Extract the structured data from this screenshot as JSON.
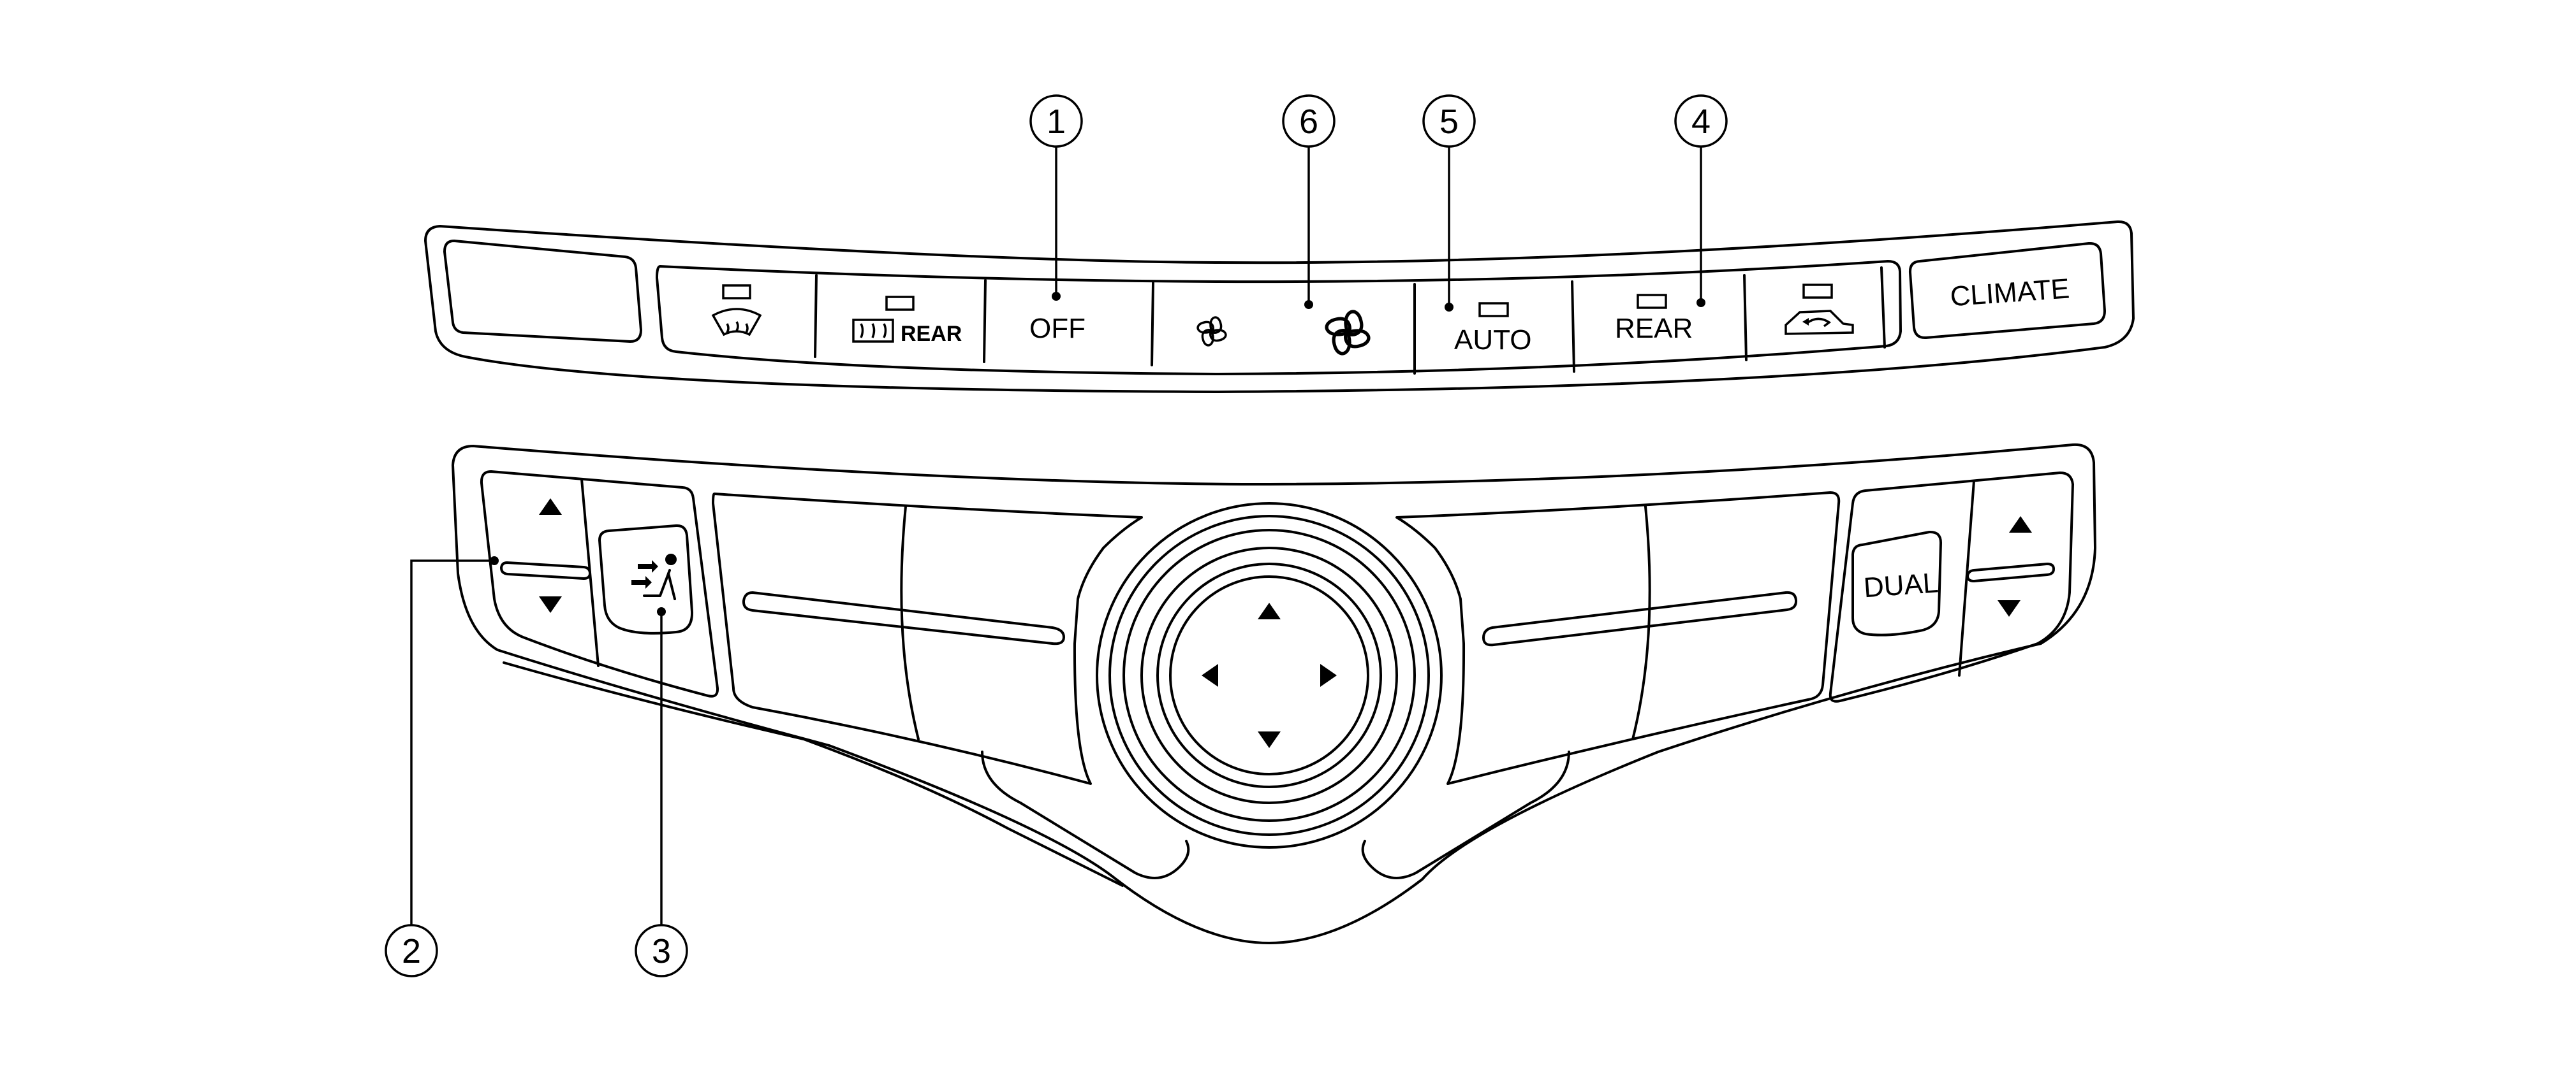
{
  "top_panel": {
    "front_defrost_icon": "front-defroster-icon",
    "rear_defrost_label": "REAR",
    "off_label": "OFF",
    "fan_low_icon": "fan-low-icon",
    "fan_high_icon": "fan-high-icon",
    "auto_label": "AUTO",
    "rear_label": "REAR",
    "recirc_icon": "air-recirculation-icon",
    "climate_label": "CLIMATE"
  },
  "bottom_panel": {
    "left_temp_up_icon": "triangle-up-icon",
    "left_temp_down_icon": "triangle-down-icon",
    "mode_icon": "air-flow-mode-icon",
    "dual_label": "DUAL",
    "right_temp_up_icon": "triangle-up-icon",
    "right_temp_down_icon": "triangle-down-icon",
    "dial_up_icon": "triangle-up-icon",
    "dial_down_icon": "triangle-down-icon",
    "dial_left_icon": "triangle-left-icon",
    "dial_right_icon": "triangle-right-icon"
  },
  "callouts": {
    "c1": "1",
    "c2": "2",
    "c3": "3",
    "c4": "4",
    "c5": "5",
    "c6": "6"
  }
}
